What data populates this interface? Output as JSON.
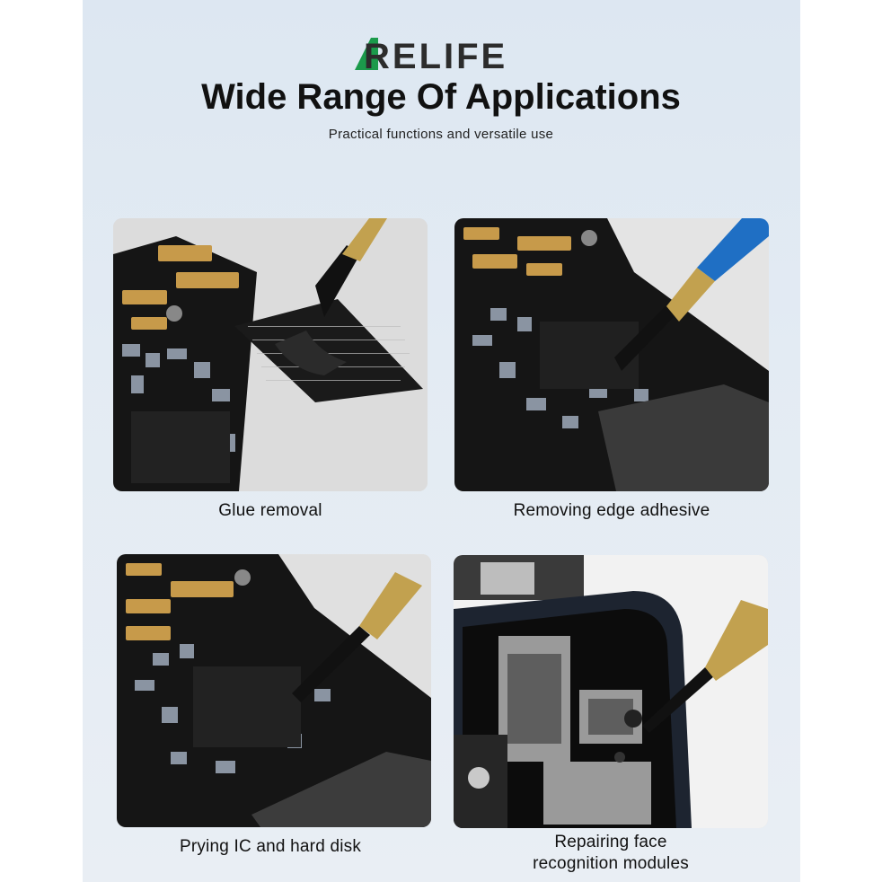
{
  "brand": {
    "logo_text": "RELIFE",
    "accent": "#1b9a4b"
  },
  "header": {
    "title": "Wide Range Of Applications",
    "subtitle": "Practical functions and versatile use"
  },
  "cards": [
    {
      "caption": "Glue removal"
    },
    {
      "caption": "Removing edge adhesive"
    },
    {
      "caption": "Prying IC and hard disk"
    },
    {
      "caption_line1": "Repairing face",
      "caption_line2": "recognition modules"
    }
  ]
}
